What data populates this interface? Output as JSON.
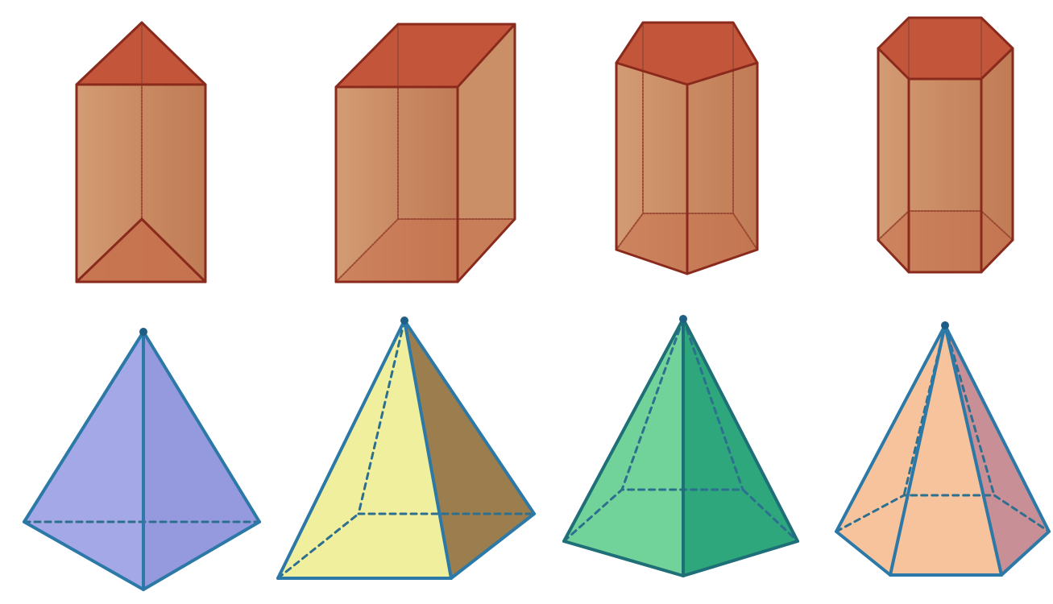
{
  "figure": {
    "background": "#ffffff",
    "rows": [
      {
        "name": "prisms",
        "colors": {
          "fill": "#c98a63",
          "cap": "#c2553a",
          "edge": "#8a2a1c",
          "hidden": "#9b4a33"
        },
        "solids": [
          {
            "kind": "triangular-prism",
            "base_sides": 3
          },
          {
            "kind": "rectangular-prism",
            "base_sides": 4
          },
          {
            "kind": "pentagonal-prism",
            "base_sides": 5
          },
          {
            "kind": "hexagonal-prism",
            "base_sides": 6
          }
        ]
      },
      {
        "name": "pyramids",
        "colors": {
          "edge": "#2c79a8",
          "hidden": "#2c6f8f"
        },
        "solids": [
          {
            "kind": "triangular-pyramid",
            "base_sides": 3,
            "fill": "#a4a8e6",
            "shade": "#8d91d6"
          },
          {
            "kind": "square-pyramid",
            "base_sides": 4,
            "fill": "#f0ef9e",
            "shade": "#9c7d4d"
          },
          {
            "kind": "pentagonal-pyramid",
            "base_sides": 5,
            "fill": "#72d39a",
            "shade": "#2ea77c"
          },
          {
            "kind": "hexagonal-pyramid",
            "base_sides": 6,
            "fill": "#f6c39c",
            "shade": "#c98f96"
          }
        ]
      }
    ]
  }
}
